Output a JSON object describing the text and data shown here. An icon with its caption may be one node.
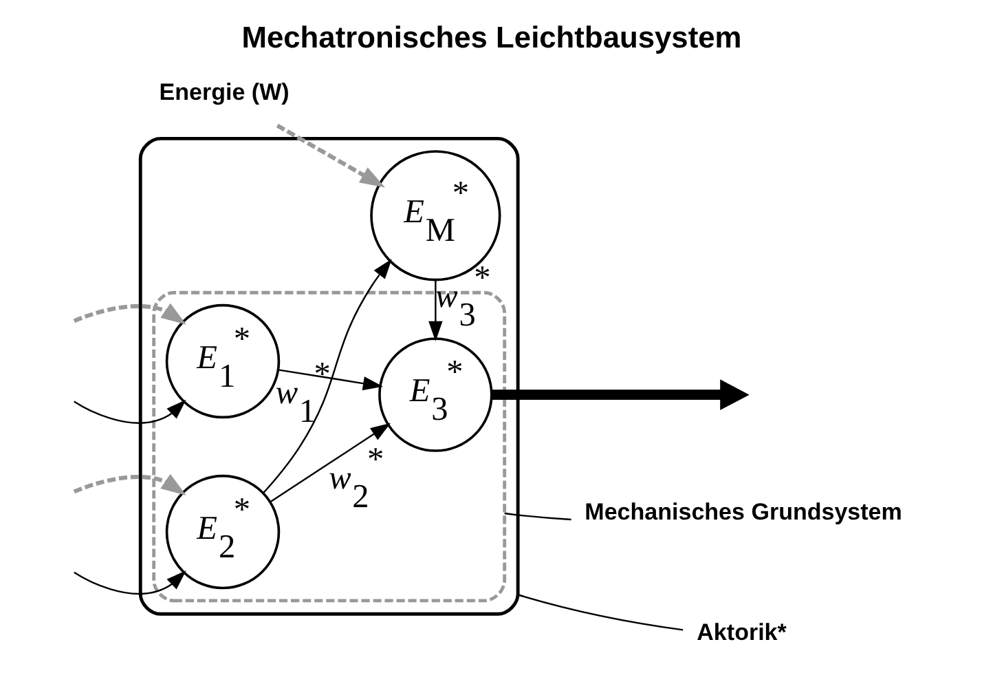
{
  "diagram": {
    "title": "Mechatronisches Leichtbausystem",
    "nodes": [
      {
        "text": [],
        "shape": "ellipse"
      },
      {
        "text": [],
        "shape": "cloud",
        "in": 0
      },
      {
        "text": [
          "*E*$_{1}$$^{*}$"
        ],
        "in": 1
      },
      {
        "text": [
          "*E*$_{3}$$^{*}$"
        ],
        "in": 1
      },
      {
        "text": [
          "*E*$_{2}$$^{*}$"
        ],
        "in": 1
      },
      {
        "text": [
          "*E*$_{M}$$^{*}$"
        ],
        "in": 0
      },
      {
        "text": [
          "Mechanisches Grundsystem"
        ]
      },
      {
        "text": [
          "Aktorik*"
        ]
      },
      {
        "text": [
          "Energie (W)"
        ]
      }
    ],
    "edges": [
      {
        "from": null,
        "to": 2,
        "arrow": "to"
      },
      {
        "from": null,
        "to": 2,
        "arrow": "to",
        "style": "dashed",
        "color": "#999999"
      },
      {
        "from": null,
        "to": 4,
        "arrow": "to"
      },
      {
        "from": null,
        "to": 4,
        "arrow": "to",
        "style": "dashed",
        "color": "#999999"
      },
      {
        "from": 8,
        "to": 5,
        "arrow": "to",
        "style": "dashed",
        "color": "#999999"
      },
      {
        "from": 2,
        "to": 3,
        "arrow": "to",
        "label": "*w*$_{1}$$^{*}$"
      },
      {
        "from": 4,
        "to": 3,
        "arrow": "to",
        "label": "*w*$_{2}$$^{*}$"
      },
      {
        "from": 4,
        "to": 5,
        "arrow": "to"
      },
      {
        "from": 5,
        "to": 3,
        "arrow": "to",
        "label": "*w*$_{3}$$^{*}$"
      },
      {
        "from": 3,
        "to": null,
        "arrow": "to",
        "style": "thick"
      },
      {
        "from": 6,
        "to": 1,
        "arrow": "none"
      },
      {
        "from": 7,
        "to": 0,
        "arrow": "none"
      }
    ]
  }
}
